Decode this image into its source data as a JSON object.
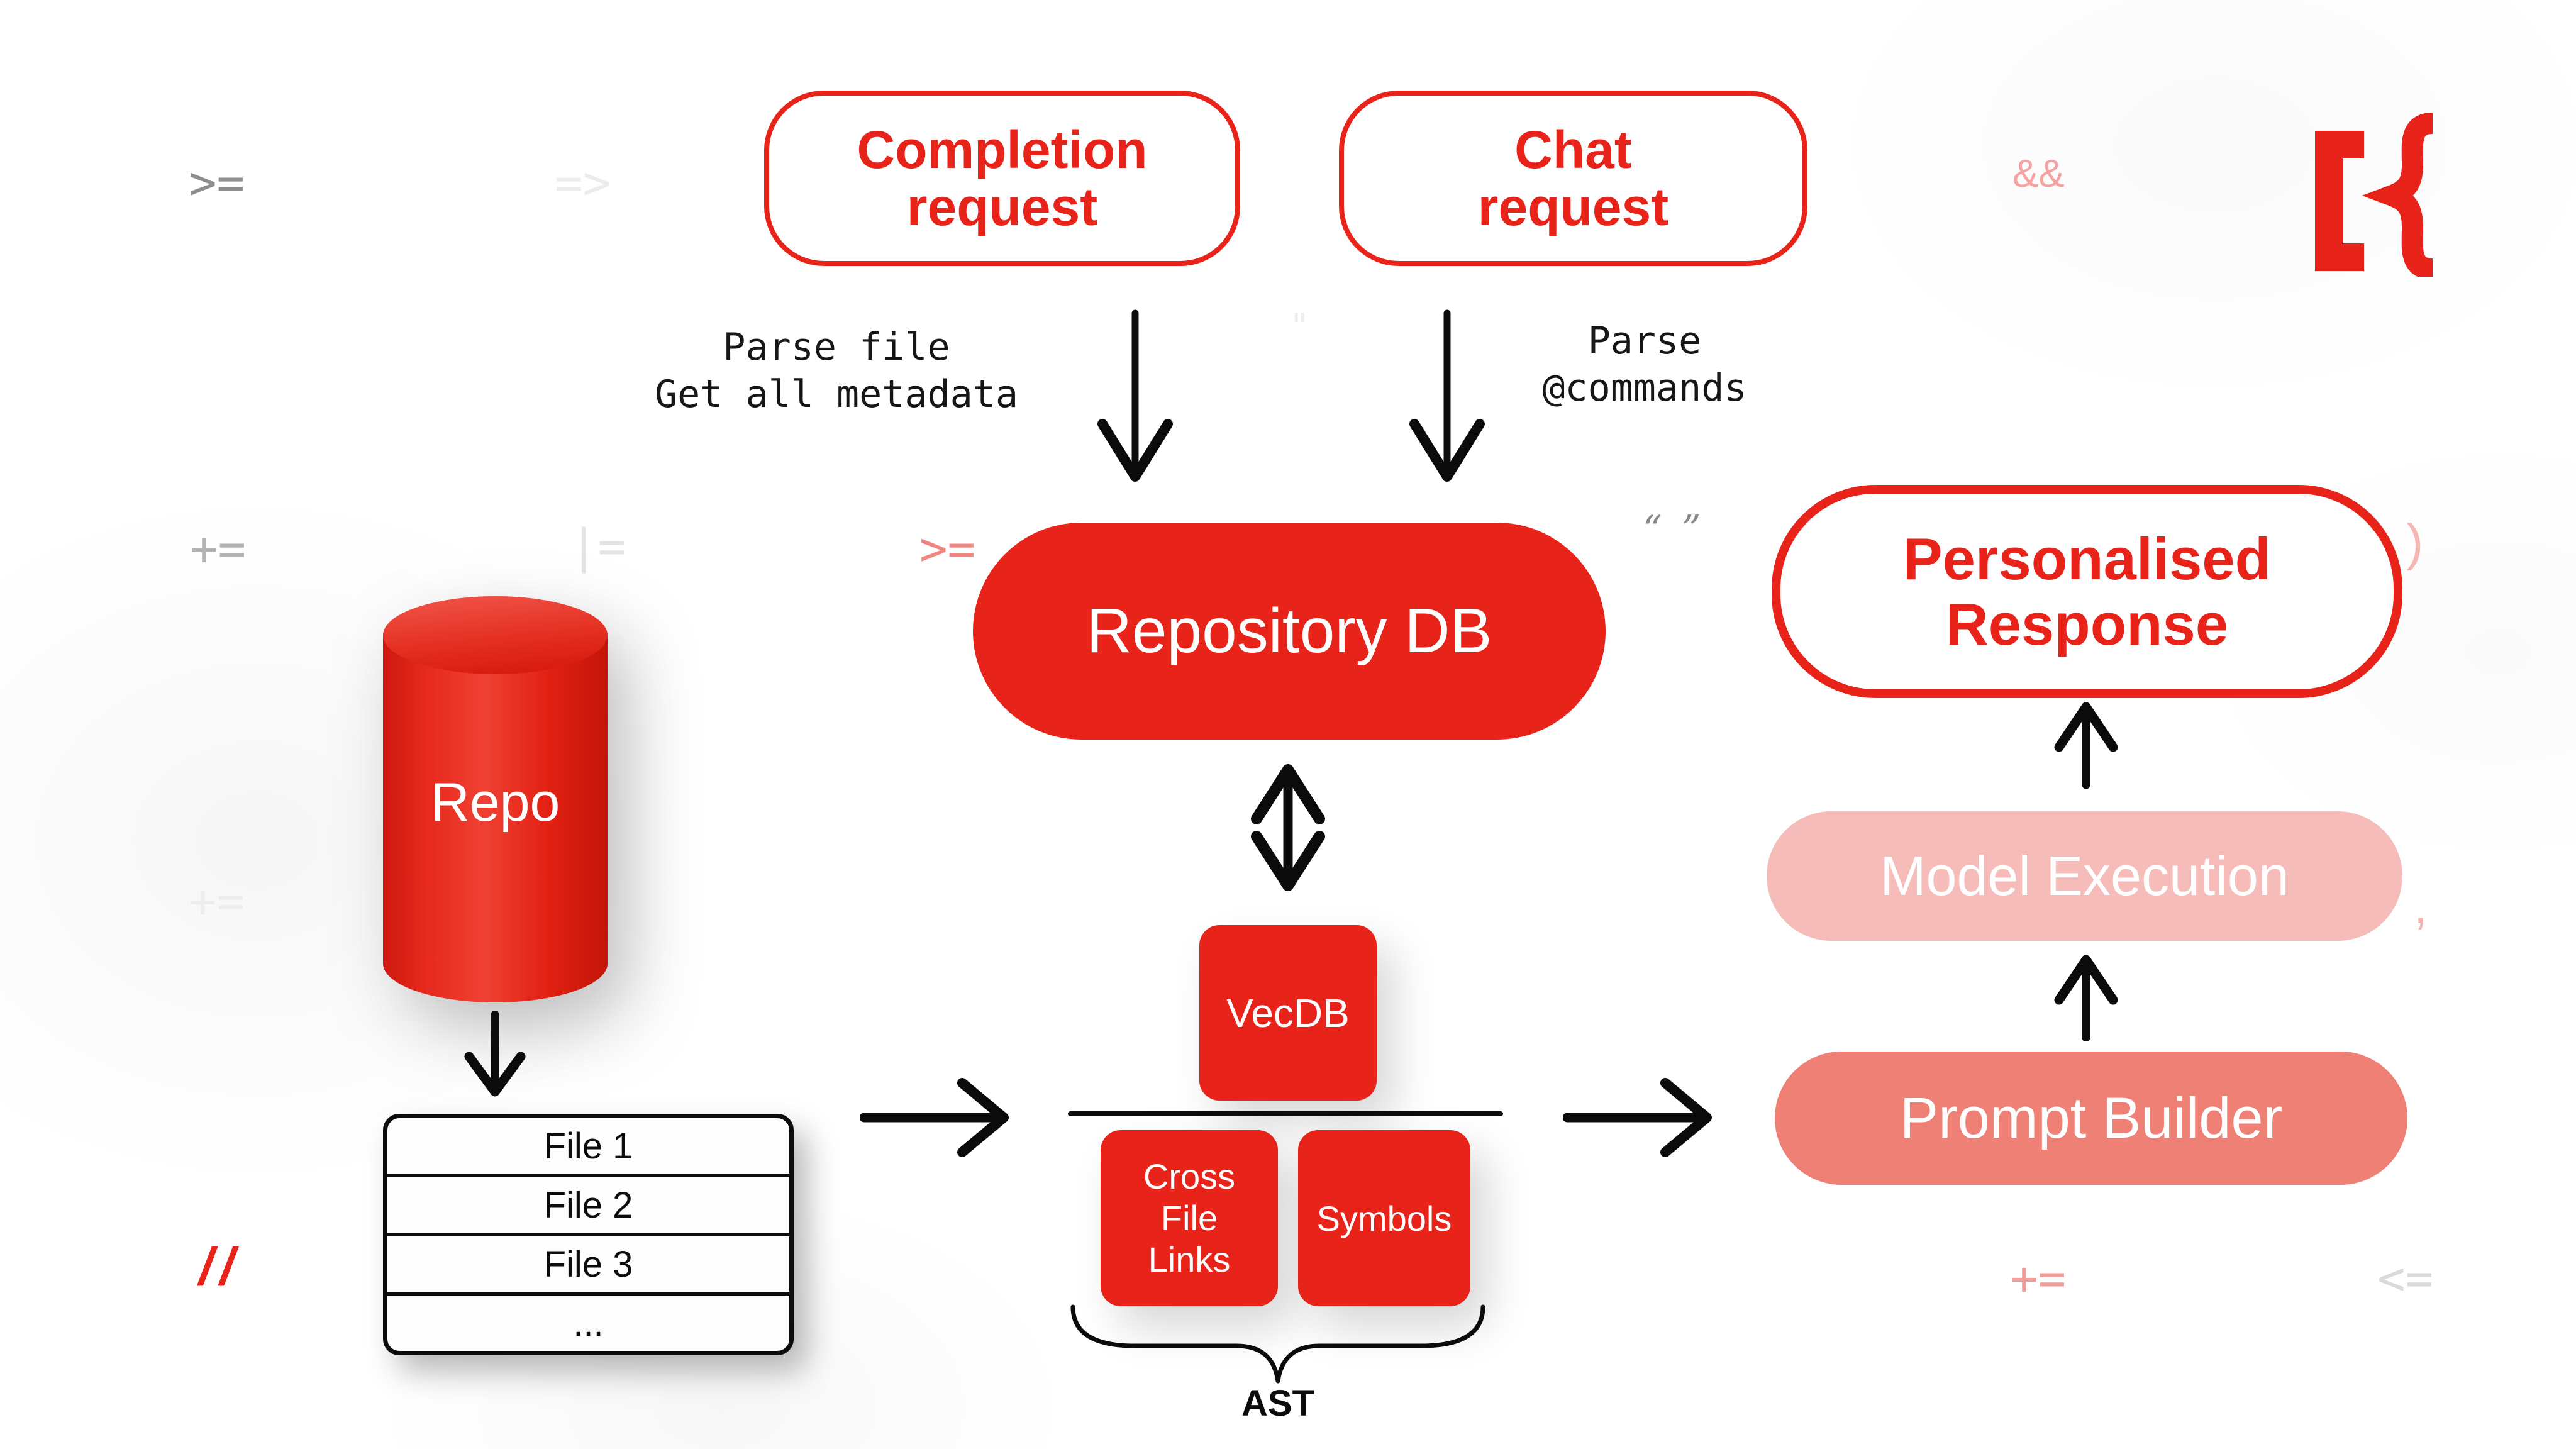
{
  "colors": {
    "brand_red": "#e8231a",
    "salmon": "#ee8076",
    "light_pink": "#f5bcba",
    "ink_black": "#0c0c0c"
  },
  "pills": {
    "completion": "Completion request",
    "chat": "Chat request",
    "repository": "Repository DB",
    "personalised": "Personalised Response",
    "model_execution": "Model Execution",
    "prompt_builder": "Prompt Builder"
  },
  "arrow_labels": {
    "completion_to_repo": {
      "line1": "Parse file",
      "line2": "Get all metadata"
    },
    "chat_to_repo": {
      "line1": "Parse",
      "line2": "@commands"
    }
  },
  "datastores": {
    "repo": "Repo",
    "vecdb": "VecDB",
    "cross_file_links": "Cross File Links",
    "symbols": "Symbols",
    "ast": "AST"
  },
  "file_list": {
    "rows": [
      "File 1",
      "File 2",
      "File 3",
      "..."
    ]
  },
  "logo": {
    "glyphs": "[{",
    "quote": "”"
  },
  "background_symbols": [
    {
      "text": ">="
    },
    {
      "text": "=>"
    },
    {
      "text": "\""
    },
    {
      "text": "&&"
    },
    {
      "text": "+="
    },
    {
      "text": "|="
    },
    {
      "text": ">="
    },
    {
      "text": "“ ”"
    },
    {
      "text": ")"
    },
    {
      "text": "+="
    },
    {
      "text": ","
    },
    {
      "text": "//"
    },
    {
      "text": "+="
    },
    {
      "text": "<="
    }
  ]
}
